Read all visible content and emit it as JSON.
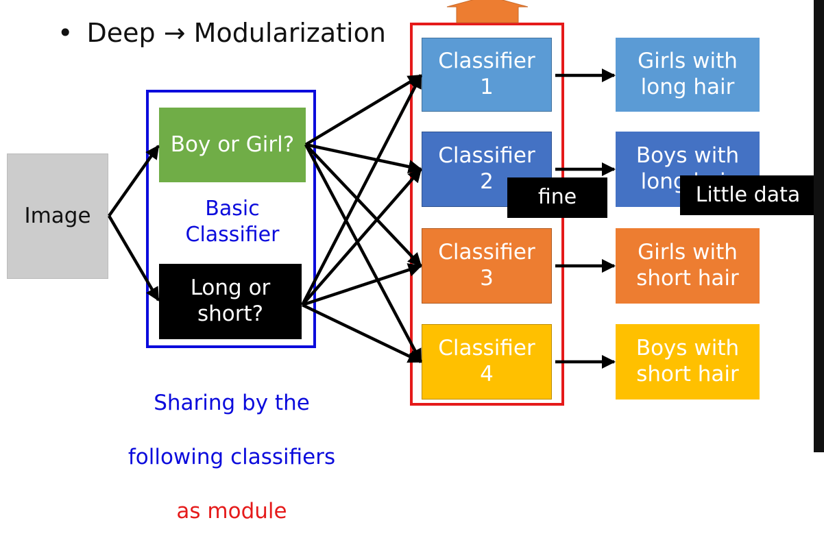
{
  "title": {
    "bullet": "•",
    "text": "Deep → Modularization"
  },
  "input": {
    "label": "Image",
    "color": "#cccccc"
  },
  "basic_group": {
    "border_color": "#0b0bdc",
    "label": "Basic\nClassifier",
    "label_color": "#0b0bdc",
    "classifiers": [
      {
        "label": "Boy or Girl?",
        "color": "#70ad47"
      },
      {
        "label": "Long or\nshort?",
        "color": "#000000"
      }
    ]
  },
  "sharing_note": {
    "line1": "Sharing by the",
    "line2": "following classifiers",
    "line3": "as module",
    "color": "#0b0bdc",
    "accent_color": "#e51a1a"
  },
  "classifier_group": {
    "border_color": "#e51a1a",
    "arrow_color": "#ed7d31",
    "classifiers": [
      {
        "label": "Classifier\n1",
        "color": "#5b9bd5"
      },
      {
        "label": "Classifier\n2",
        "color": "#4472c4"
      },
      {
        "label": "Classifier\n3",
        "color": "#ed7d31"
      },
      {
        "label": "Classifier\n4",
        "color": "#ffc000"
      }
    ]
  },
  "outputs": [
    {
      "label": "Girls with\nlong hair",
      "color": "#5b9bd5"
    },
    {
      "label": "Boys with\nlong hair",
      "color": "#4472c4"
    },
    {
      "label": "Girls with\nshort hair",
      "color": "#ed7d31"
    },
    {
      "label": "Boys with\nshort hair",
      "color": "#ffc000"
    }
  ],
  "callouts": [
    {
      "label": "fine"
    },
    {
      "label": "Little data"
    }
  ]
}
